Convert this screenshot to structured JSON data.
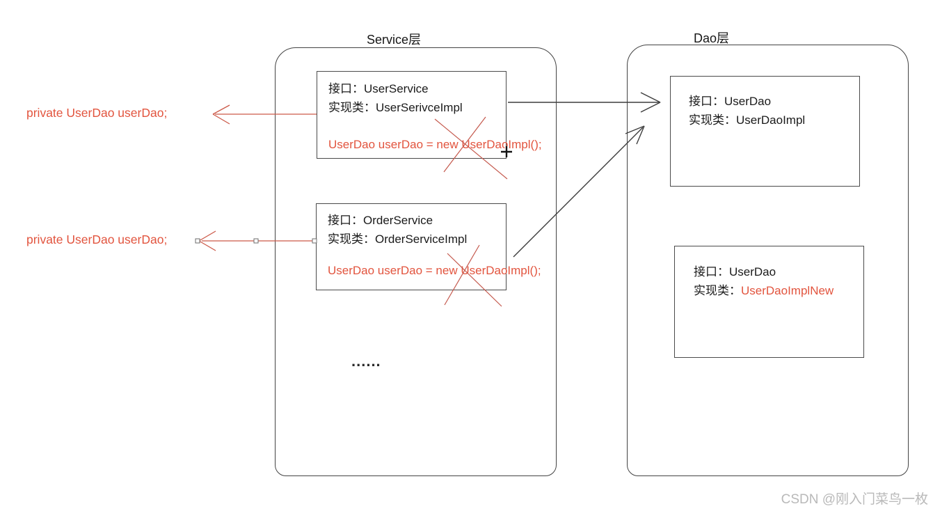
{
  "service_layer": {
    "label": "Service层",
    "ellipsis": "......",
    "boxes": [
      {
        "line1": "接口：UserService",
        "line2": "实现类：UserSerivceImpl",
        "code": "UserDao userDao = new UserDaoImpl();"
      },
      {
        "line1": "接口：OrderService",
        "line2": "实现类：OrderServiceImpl",
        "code": "UserDao userDao = new UserDaoImpl();"
      }
    ]
  },
  "dao_layer": {
    "label": "Dao层",
    "boxes": [
      {
        "line1": "接口：UserDao",
        "impl_prefix": "实现类：",
        "impl_name": "UserDaoImpl",
        "impl_name_color": "#1a1a1a"
      },
      {
        "line1": "接口：UserDao",
        "impl_prefix": "实现类：",
        "impl_name": "UserDaoImplNew",
        "impl_name_color": "#e2543e"
      }
    ]
  },
  "annotations": {
    "field_note_1": "private UserDao userDao;",
    "field_note_2": "private UserDao userDao;"
  },
  "watermark": "CSDN @刚入门菜鸟一枚",
  "icons": {
    "crosshair_cursor": "+"
  },
  "colors": {
    "code_red": "#e2543e",
    "cross_red": "#c4584c",
    "arrow_red": "#cc5948",
    "arrow_black": "#3d3d3d",
    "border_gray": "#4a4a4a",
    "watermark_gray": "#b9b9b9"
  }
}
